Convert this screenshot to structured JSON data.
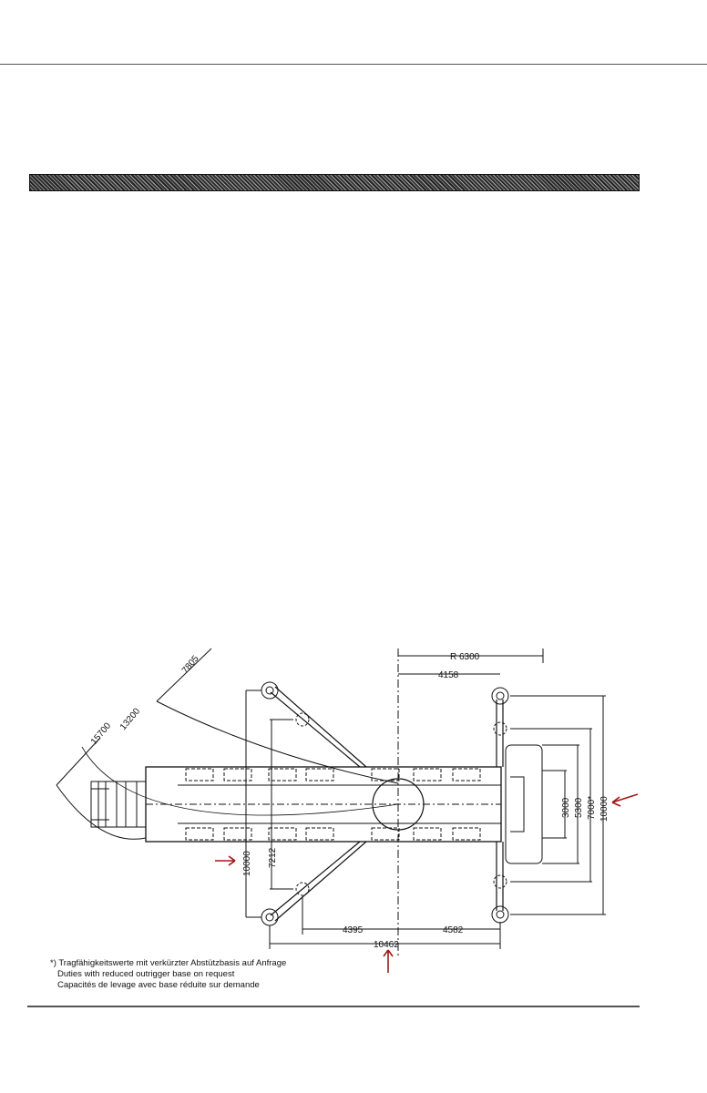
{
  "diagram": {
    "dimensions": {
      "d7805": "7805",
      "d15700": "15700",
      "d13200": "13200",
      "r6300": "R 6300",
      "d4158": "4158",
      "d3000": "3000",
      "d5300": "5300",
      "d7000": "7000*",
      "d10000_right": "10000",
      "d7212": "7212",
      "d10000_left": "10000",
      "d4395": "4395",
      "d4582": "4582",
      "d10462": "10462"
    },
    "annotation_color": "#a01818"
  },
  "footnote": {
    "line1": "*) Tragfähigkeitswerte mit verkürzter Abstützbasis auf Anfrage",
    "line2": "Duties with reduced outrigger base on request",
    "line3": "Capacités de levage avec base réduite sur demande"
  }
}
